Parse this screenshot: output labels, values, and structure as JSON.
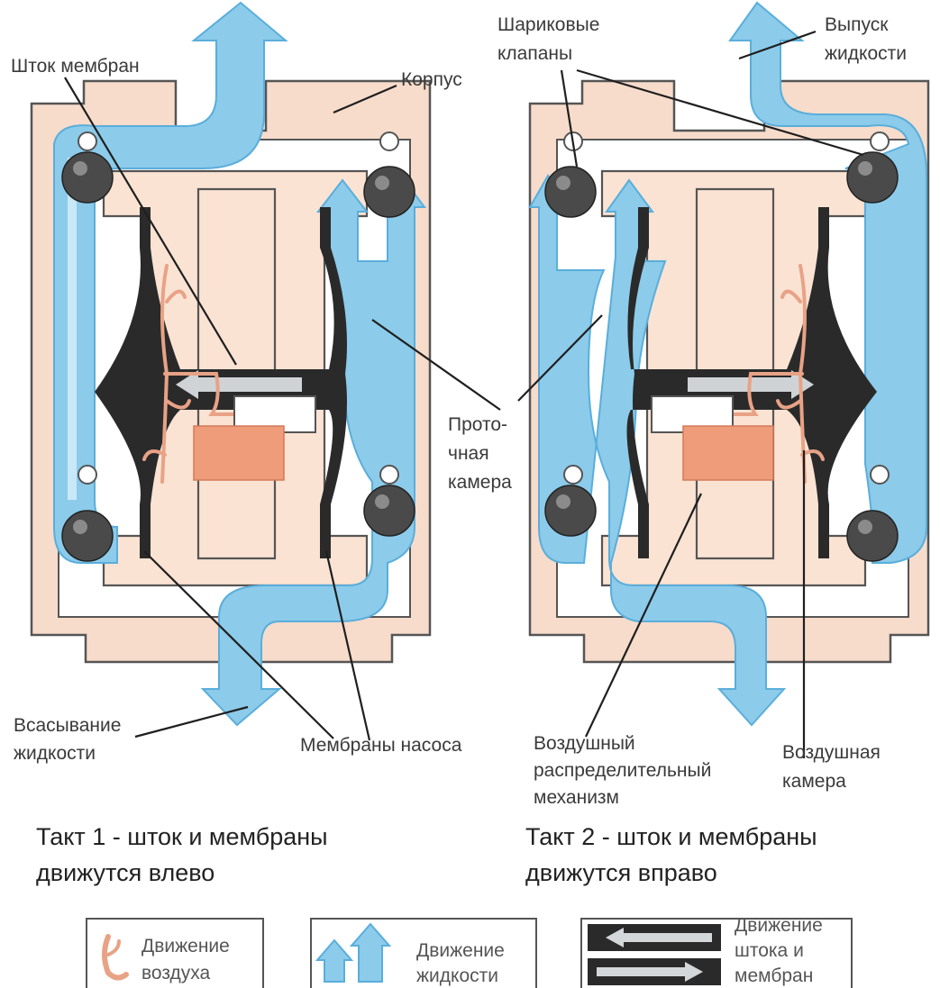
{
  "labels": {
    "rod": "Шток мембран",
    "housing": "Корпус",
    "ball_valves_1": "Шариковые",
    "ball_valves_2": "клапаны",
    "outlet_1": "Выпуск",
    "outlet_2": "жидкости",
    "flow_chamber_1": "Прото-",
    "flow_chamber_2": "чная",
    "flow_chamber_3": "камера",
    "suction_1": "Всасывание",
    "suction_2": "жидкости",
    "membranes": "Мембраны насоса",
    "air_distributor_1": "Воздушный",
    "air_distributor_2": "распределительный",
    "air_distributor_3": "механизм",
    "air_chamber_1": "Воздушная",
    "air_chamber_2": "камера"
  },
  "captions": {
    "stroke1_line1": "Такт 1 - шток и мембраны",
    "stroke1_line2": "движутся влево",
    "stroke2_line1": "Такт 2 - шток и мембраны",
    "stroke2_line2": "движутся вправо"
  },
  "legend": {
    "air_1": "Движение",
    "air_2": "воздуха",
    "fluid_1": "Движение",
    "fluid_2": "жидкости",
    "rod_1": "Движение",
    "rod_2": "штока и",
    "rod_3": "мембран"
  },
  "colors": {
    "housing": "#f7dccb",
    "fluid": "#8ccbea",
    "air": "#e8a286",
    "membrane": "#2a2a2a",
    "ball": "#4a4a4a",
    "distributor": "#ef9c7a"
  }
}
